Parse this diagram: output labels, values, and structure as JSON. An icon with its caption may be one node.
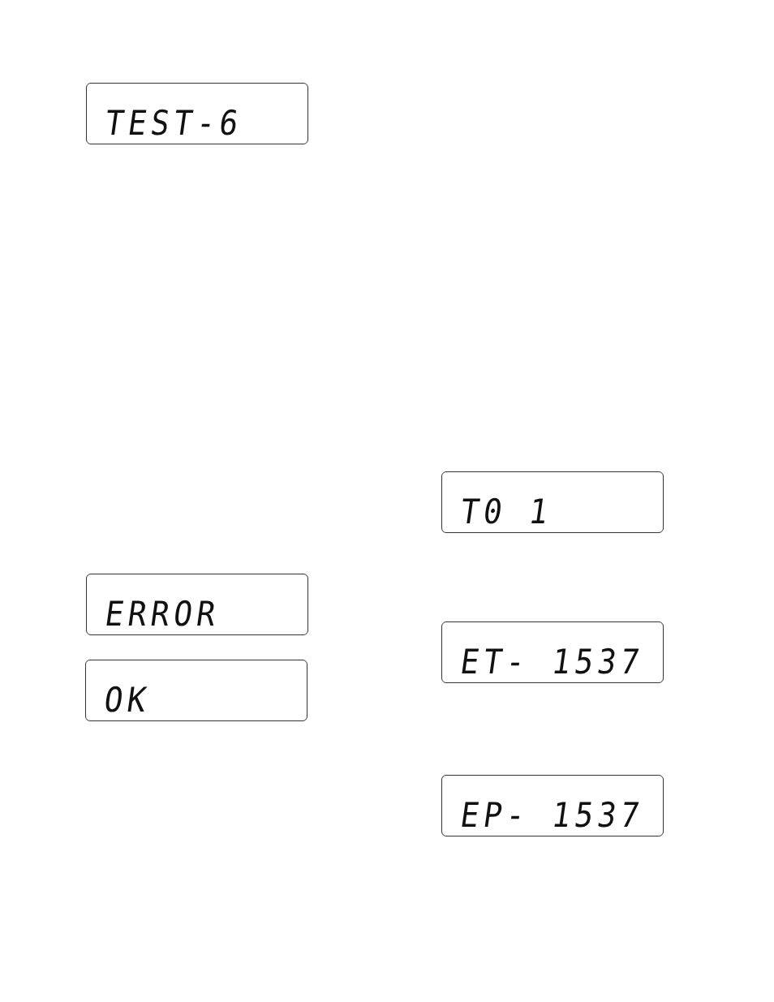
{
  "diagram": {
    "nodes": [
      {
        "text": [
          "TEST-6"
        ]
      },
      {
        "text": [
          "T0 1"
        ]
      },
      {
        "text": [
          "ERROR"
        ]
      },
      {
        "text": [
          "ET- 1537"
        ]
      },
      {
        "text": [
          "OK"
        ]
      },
      {
        "text": [
          "EP- 1537"
        ]
      }
    ]
  }
}
